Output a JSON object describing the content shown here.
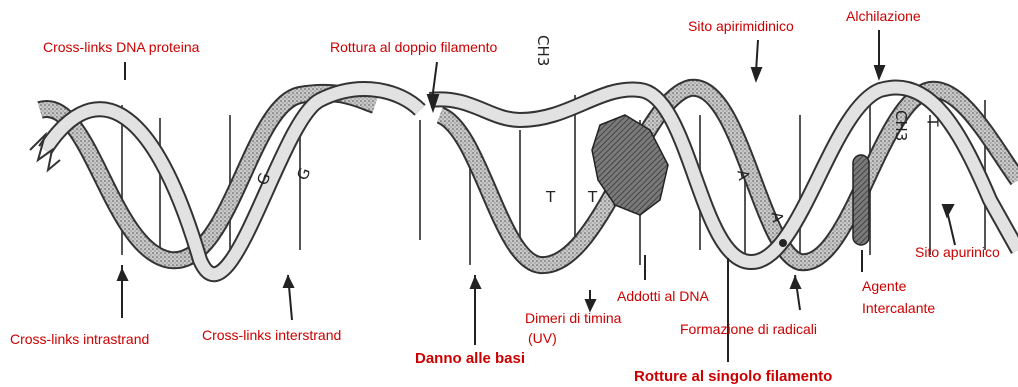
{
  "label_color": "#cc0000",
  "helix_color": "#3a3a3a",
  "labels": {
    "crosslinks_dna_proteina": "Cross-links DNA proteina",
    "rottura_doppio": "Rottura al doppio filamento",
    "sito_apirimidinico": "Sito apirimidinico",
    "alchilazione": "Alchilazione",
    "sito_apurinico": "Sito apurinico",
    "agente_intercalante_1": "Agente",
    "agente_intercalante_2": "Intercalante",
    "crosslinks_intrastrand": "Cross-links intrastrand",
    "crosslinks_interstrand": "Cross-links interstrand",
    "danno_basi": "Danno alle basi",
    "dimeri_timina_1": "Dimeri di timina",
    "dimeri_timina_2": "(UV)",
    "addotti_dna": "Addotti al DNA",
    "formazione_radicali": "Formazione di radicali",
    "rotture_singolo": "Rotture al singolo filamento"
  },
  "base_letters": {
    "g1": "G",
    "g2": "G",
    "t1": "T",
    "t2": "T",
    "a1": "A",
    "a2": "A",
    "t3": "T",
    "ch3_1": "CH3",
    "ch3_2": "CH3"
  }
}
